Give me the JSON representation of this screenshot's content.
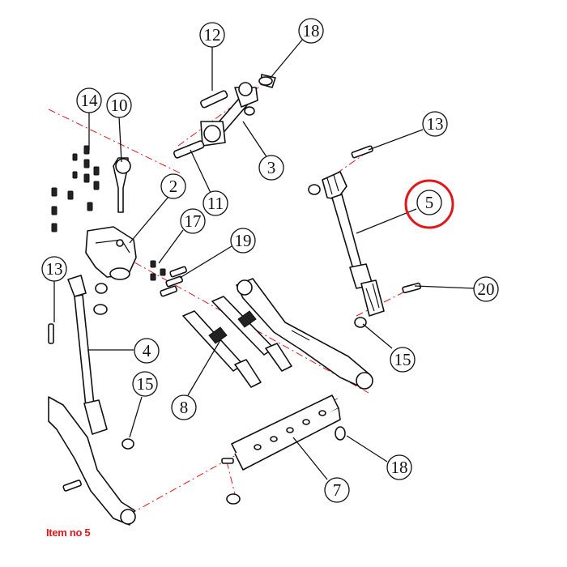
{
  "caption": "Item no 5",
  "highlight_color": "#e0181b",
  "callouts": [
    {
      "id": "c12",
      "label": "12"
    },
    {
      "id": "c18a",
      "label": "18"
    },
    {
      "id": "c14",
      "label": "14"
    },
    {
      "id": "c10",
      "label": "10"
    },
    {
      "id": "c13a",
      "label": "13"
    },
    {
      "id": "c3",
      "label": "3"
    },
    {
      "id": "c2",
      "label": "2"
    },
    {
      "id": "c11",
      "label": "11"
    },
    {
      "id": "c5",
      "label": "5"
    },
    {
      "id": "c17",
      "label": "17"
    },
    {
      "id": "c19",
      "label": "19"
    },
    {
      "id": "c13b",
      "label": "13"
    },
    {
      "id": "c20",
      "label": "20"
    },
    {
      "id": "c4",
      "label": "4"
    },
    {
      "id": "c15a",
      "label": "15"
    },
    {
      "id": "c15b",
      "label": "15"
    },
    {
      "id": "c8",
      "label": "8"
    },
    {
      "id": "c18b",
      "label": "18"
    },
    {
      "id": "c7",
      "label": "7"
    }
  ]
}
